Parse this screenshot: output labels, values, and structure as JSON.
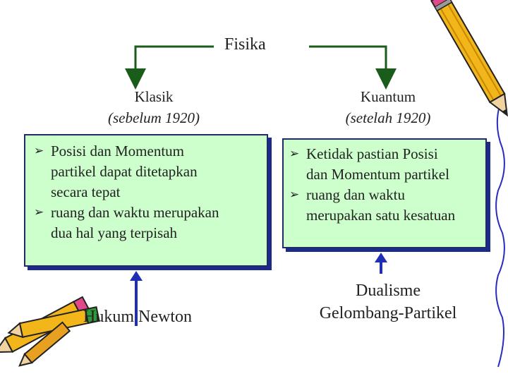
{
  "title": "Fisika",
  "left_branch": {
    "name": "Klasik",
    "period": "(sebelum 1920)"
  },
  "right_branch": {
    "name": "Kuantum",
    "period": "(setelah 1920)"
  },
  "left_box": {
    "bullet1_lines": [
      "Posisi dan Momentum",
      "partikel dapat ditetapkan",
      "secara tepat"
    ],
    "bullet2_lines": [
      "ruang dan waktu merupakan",
      "dua hal yang terpisah"
    ]
  },
  "right_box": {
    "bullet1_lines": [
      "Ketidak pastian Posisi",
      "dan Momentum partikel"
    ],
    "bullet2_lines": [
      "ruang dan waktu",
      "merupakan satu kesatuan"
    ]
  },
  "bottom_left": "Hukum Newton",
  "bottom_right_lines": [
    "Dualisme",
    "Gelombang-Partikel"
  ],
  "colors": {
    "connector": "#1a5c1a",
    "arrow_up": "#1f2fb5",
    "box_fill": "#ccffcc",
    "box_shadow": "#1c2a8a"
  },
  "icons": [
    "pencil-icon-top-right",
    "pencils-icon-bottom-left"
  ]
}
